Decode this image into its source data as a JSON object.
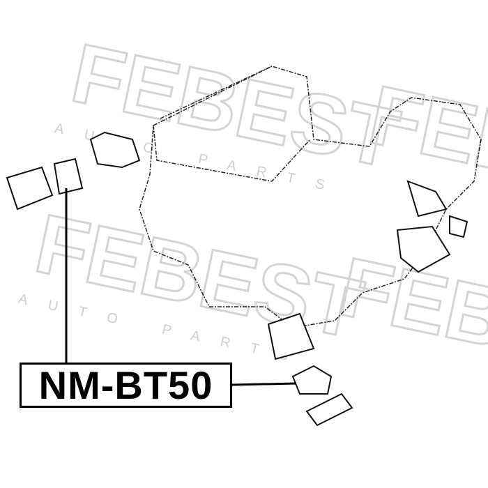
{
  "watermark": {
    "brand": "FEBEST",
    "tagline": "AUTO PARTS"
  },
  "part_label": "NM-BT50",
  "colors": {
    "watermark": "#d4d4d4",
    "line": "#111111"
  }
}
